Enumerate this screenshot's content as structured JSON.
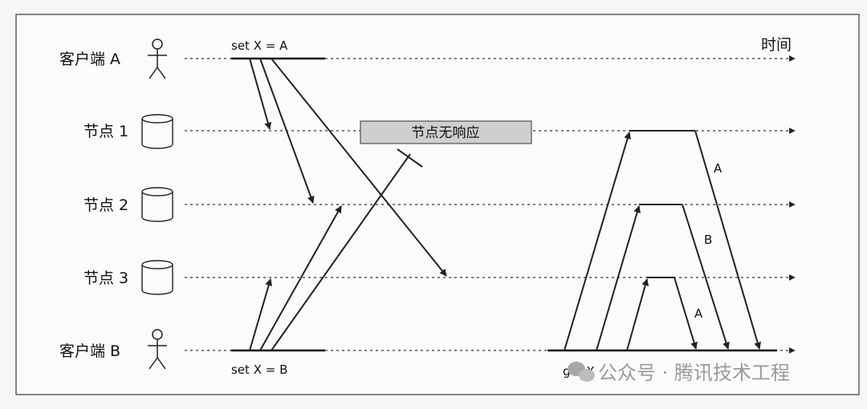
{
  "time_label": "时间",
  "lanes": [
    {
      "id": "client-a",
      "label": "客户端 A",
      "kind": "person"
    },
    {
      "id": "node-1",
      "label": "节点 1",
      "kind": "db"
    },
    {
      "id": "node-2",
      "label": "节点 2",
      "kind": "db"
    },
    {
      "id": "node-3",
      "label": "节点 3",
      "kind": "db"
    },
    {
      "id": "client-b",
      "label": "客户端 B",
      "kind": "person"
    }
  ],
  "client_a_op": "set X = A",
  "client_b_op": "set X = B",
  "unresponsive_label": "节点无响应",
  "read_op": "get X",
  "read_values": [
    "A",
    "B",
    "A"
  ],
  "watermark": "公众号 · 腾讯技术工程"
}
